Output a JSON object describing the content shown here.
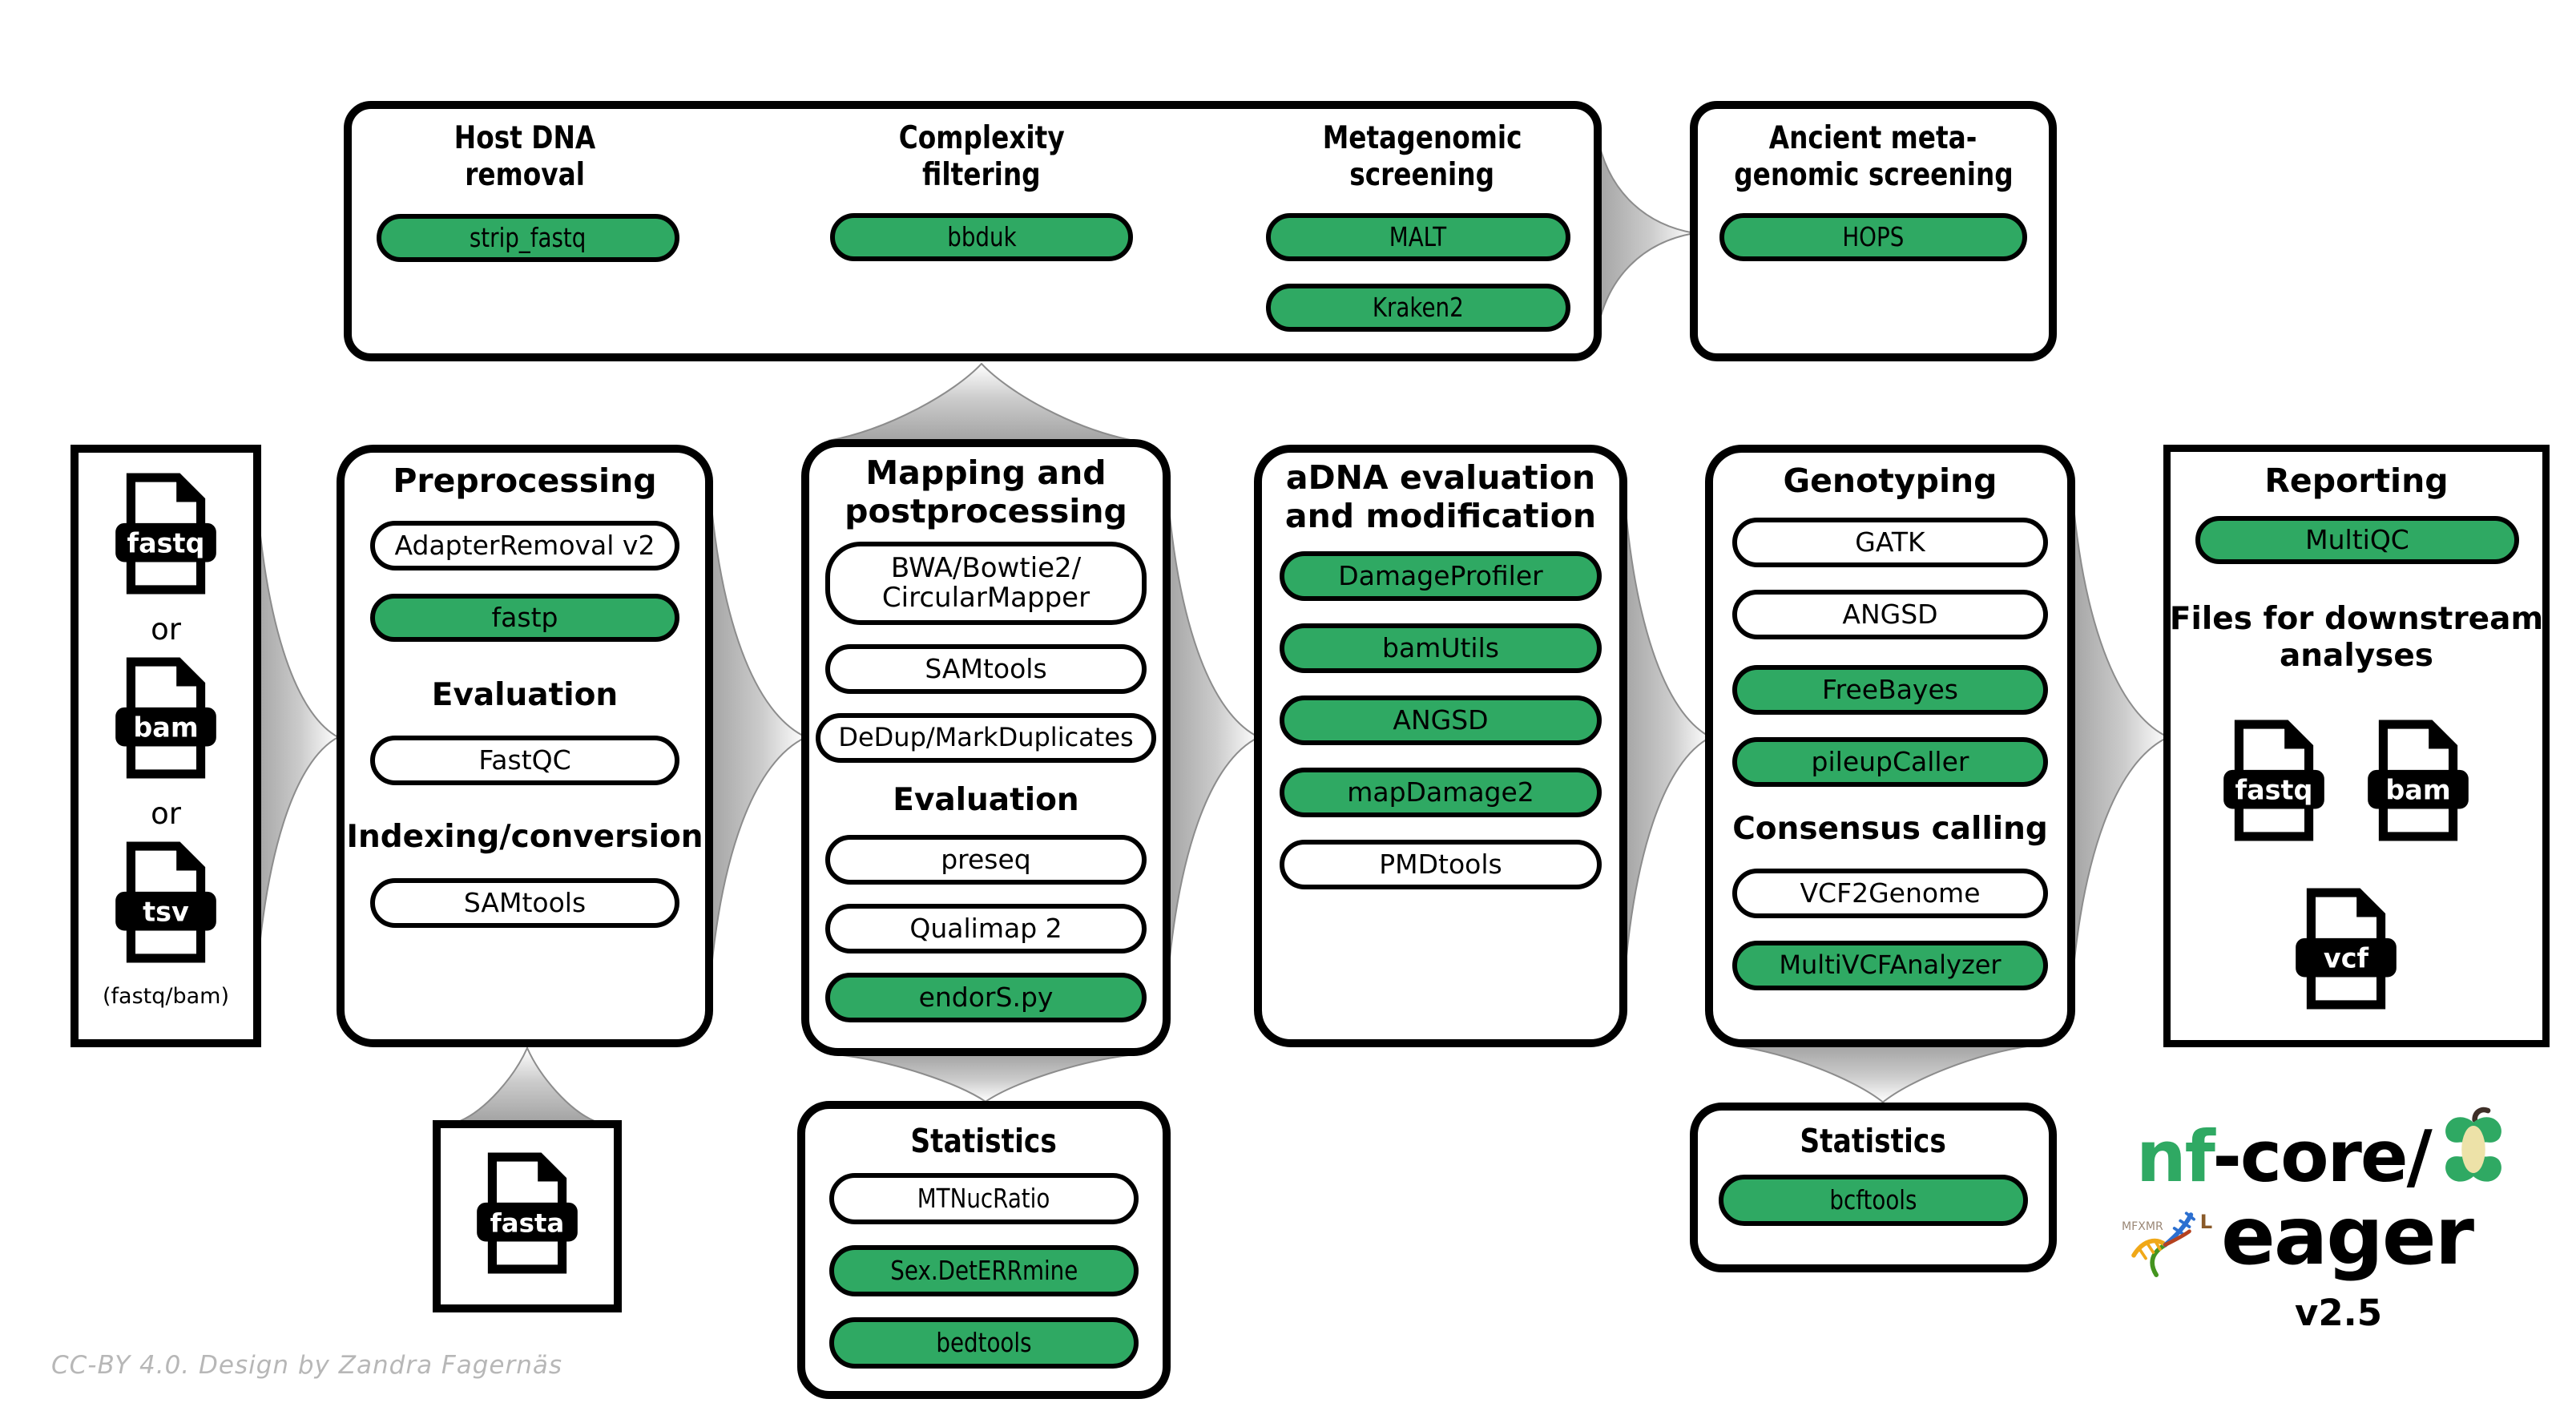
{
  "credit": "CC-BY 4.0. Design by Zandra Fagernäs",
  "colors": {
    "pill_green": "#2fa963",
    "logo_green": "#2fa963",
    "arrow_gray": "#a3a3a3",
    "credit_gray": "#b7b7b7",
    "apple_cream": "#ede2a8",
    "stem_brown": "#3e2f28"
  },
  "top_row": {
    "host_title_lines": [
      "Host DNA",
      "removal"
    ],
    "pill_strip_fastq": "strip_fastq",
    "complexity_title_lines": [
      "Complexity",
      "filtering"
    ],
    "pill_bbduk": "bbduk",
    "metagenomic_title_lines": [
      "Metagenomic",
      "screening"
    ],
    "pill_malt": "MALT",
    "pill_kraken2": "Kraken2",
    "ancient_title_lines": [
      "Ancient meta-",
      "genomic screening"
    ],
    "pill_hops": "HOPS"
  },
  "input_box": {
    "file_fastq": "fastq",
    "or_1": "or",
    "file_bam": "bam",
    "or_2": "or",
    "file_tsv": "tsv",
    "note": "(fastq/bam)"
  },
  "preprocessing": {
    "title": "Preprocessing",
    "pill_adapterremoval": "AdapterRemoval v2",
    "pill_fastp": "fastp",
    "heading_evaluation": "Evaluation",
    "pill_fastqc": "FastQC",
    "heading_indexing": "Indexing/conversion",
    "pill_samtools": "SAMtools"
  },
  "mapping": {
    "title_lines": [
      "Mapping and",
      "postprocessing"
    ],
    "pill_bwa_lines": [
      "BWA/Bowtie2/",
      "CircularMapper"
    ],
    "pill_samtools": "SAMtools",
    "pill_dedup": "DeDup/MarkDuplicates",
    "heading_evaluation": "Evaluation",
    "pill_preseq": "preseq",
    "pill_qualimap": "Qualimap 2",
    "pill_endors": "endorS.py"
  },
  "adna": {
    "title_lines": [
      "aDNA evaluation",
      "and modification"
    ],
    "pill_damageprofiler": "DamageProfiler",
    "pill_bamutils": "bamUtils",
    "pill_angsd": "ANGSD",
    "pill_mapdamage": "mapDamage2",
    "pill_pmdtools": "PMDtools"
  },
  "genotyping": {
    "title": "Genotyping",
    "pill_gatk": "GATK",
    "pill_angsd": "ANGSD",
    "pill_freebayes": "FreeBayes",
    "pill_pileupcaller": "pileupCaller",
    "heading_consensus": "Consensus calling",
    "pill_vcf2genome": "VCF2Genome",
    "pill_multivcfanalyzer": "MultiVCFAnalyzer"
  },
  "reporting": {
    "title": "Reporting",
    "pill_multiqc": "MultiQC",
    "files_heading_lines": [
      "Files for downstream",
      "analyses"
    ],
    "file_fastq": "fastq",
    "file_bam": "bam",
    "file_vcf": "vcf"
  },
  "fasta_box": {
    "file_fasta": "fasta"
  },
  "statistics_mapping": {
    "title": "Statistics",
    "pill_mtnucratio": "MTNucRatio",
    "pill_sexdeterrmine": "Sex.DetERRmine",
    "pill_bedtools": "bedtools"
  },
  "statistics_genotyping": {
    "title": "Statistics",
    "pill_bcftools": "bcftools"
  },
  "logo": {
    "brand_green": "nf",
    "brand_black": "-core/",
    "pipeline": "eager",
    "version": "v2.5",
    "runes_left": "MFXMR",
    "rune_right": "L"
  }
}
